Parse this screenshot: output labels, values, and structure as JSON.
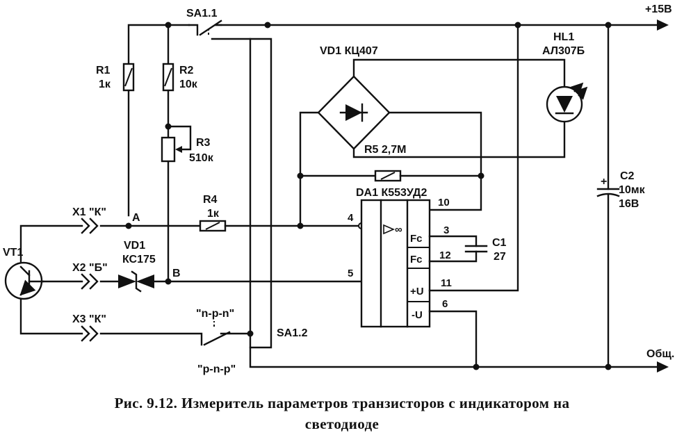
{
  "labels": {
    "sa11": "SA1.1",
    "sa12": "SA1.2",
    "v15": "+15В",
    "gnd": "Общ.",
    "vd1_bridge": "VD1 КЦ407",
    "hl1": "HL1",
    "hl1_type": "АЛ307Б",
    "r1": "R1",
    "r1_val": "1к",
    "r2": "R2",
    "r2_val": "10к",
    "r3": "R3",
    "r3_val": "510к",
    "r4": "R4",
    "r4_val": "1к",
    "r5": "R5 2,7М",
    "da1": "DA1 К553УД2",
    "c1": "C1",
    "c1_val": "27",
    "c2": "C2",
    "c2_val": "10мк",
    "c2_v": "16В",
    "vt1": "VT1",
    "vd1": "VD1",
    "vd1_type": "КС175",
    "x1": "X1 \"К\"",
    "x2": "X2 \"Б\"",
    "x3": "X3 \"К\"",
    "node_a": "A",
    "node_b": "B",
    "npn": "\"n-p-n\"",
    "pnp": "\"p-n-p\"",
    "fc1": "Fc",
    "fc2": "Fc",
    "plus_u": "+U",
    "minus_u": "-U",
    "c2_plus": "+",
    "pin4": "4",
    "pin5": "5",
    "pin10": "10",
    "pin3": "3",
    "pin12": "12",
    "pin11": "11",
    "pin6": "6"
  },
  "caption": {
    "line1": "Рис. 9.12. Измеритель параметров транзисторов с индикатором на",
    "line2": "светодиоде"
  }
}
